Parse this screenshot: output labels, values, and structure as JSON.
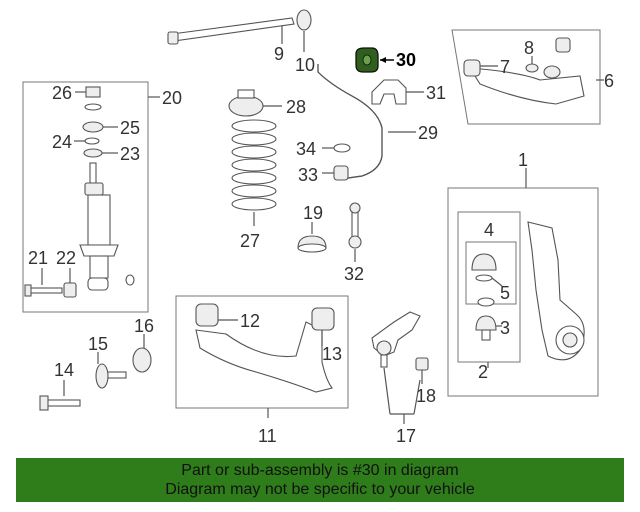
{
  "diagram": {
    "callouts": {
      "c1": "1",
      "c2": "2",
      "c3": "3",
      "c4": "4",
      "c5": "5",
      "c6": "6",
      "c7": "7",
      "c8": "8",
      "c9": "9",
      "c10": "10",
      "c11": "11",
      "c12": "12",
      "c13": "13",
      "c14": "14",
      "c15": "15",
      "c16": "16",
      "c17": "17",
      "c18": "18",
      "c20": "20",
      "c21": "21",
      "c22": "22",
      "c23": "23",
      "c24": "24",
      "c25": "25",
      "c26": "26",
      "c27": "27",
      "c28": "28",
      "c29": "29",
      "c30": "30",
      "c31": "31",
      "c32": "32",
      "c33": "33",
      "c34": "34",
      "c19": "19"
    },
    "highlighted_part": "30",
    "highlight_color": "#2f5f1c"
  },
  "banner": {
    "line1": "Part or sub-assembly is #30 in diagram",
    "line2": "Diagram may not be specific to your vehicle",
    "background": "#2e7d1a"
  }
}
